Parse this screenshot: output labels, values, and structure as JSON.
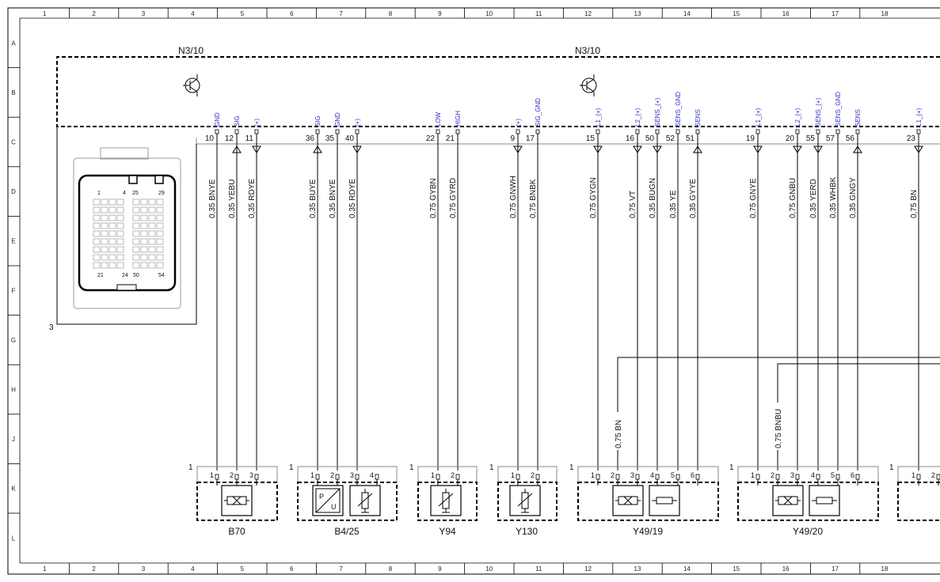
{
  "grid": {
    "columns": [
      "1",
      "2",
      "3",
      "4",
      "5",
      "6",
      "7",
      "8",
      "9",
      "10",
      "11",
      "12",
      "13",
      "14",
      "15",
      "16",
      "17",
      "18"
    ],
    "rows": [
      "A",
      "B",
      "C",
      "D",
      "E",
      "F",
      "G",
      "H",
      "J",
      "K",
      "L"
    ]
  },
  "module": {
    "title_left": "N3/10",
    "title_right": "N3/10",
    "connector_label": "3",
    "connector_pins": [
      "1",
      "4",
      "25",
      "29",
      "21",
      "24",
      "50",
      "54"
    ]
  },
  "pins": [
    {
      "num": "10",
      "label": "GND",
      "wire": "0,35 BNYE",
      "arrow": "none"
    },
    {
      "num": "12",
      "label": "SIG",
      "wire": "0,35 YEBU",
      "arrow": "up"
    },
    {
      "num": "11",
      "label": "(+)",
      "wire": "0,35 RDYE",
      "arrow": "down"
    },
    {
      "num": "36",
      "label": "SIG",
      "wire": "0,35 BUYE",
      "arrow": "up"
    },
    {
      "num": "35",
      "label": "GND",
      "wire": "0,35 BNYE",
      "arrow": "none"
    },
    {
      "num": "40",
      "label": "(+)",
      "wire": "0,35 RDYE",
      "arrow": "down"
    },
    {
      "num": "22",
      "label": "LOW",
      "wire": "0,75 GYBN",
      "arrow": "none"
    },
    {
      "num": "21",
      "label": "HIGH",
      "wire": "0,75 GYRD",
      "arrow": "none"
    },
    {
      "num": "9",
      "label": "(+)",
      "wire": "0,75 GNWH",
      "arrow": "down"
    },
    {
      "num": "17",
      "label": "SIG_GND",
      "wire": "0,75 BNBK",
      "arrow": "none"
    },
    {
      "num": "15",
      "label": "L1_(+)",
      "wire": "0,75 GYGN",
      "arrow": "down"
    },
    {
      "num": "16",
      "label": "L2_(+)",
      "wire": "0,75 VT",
      "arrow": "down"
    },
    {
      "num": "50",
      "label": "SENS_(+)",
      "wire": "0,35 BUGN",
      "arrow": "down"
    },
    {
      "num": "52",
      "label": "SENS_GND",
      "wire": "0,35 YE",
      "arrow": "none"
    },
    {
      "num": "51",
      "label": "SENS",
      "wire": "0,35 GYYE",
      "arrow": "up"
    },
    {
      "num": "19",
      "label": "L1_(+)",
      "wire": "0,75 GNYE",
      "arrow": "down"
    },
    {
      "num": "20",
      "label": "L2_(+)",
      "wire": "0,75 GNBU",
      "arrow": "down"
    },
    {
      "num": "55",
      "label": "SENS_(+)",
      "wire": "0,35 YERD",
      "arrow": "down"
    },
    {
      "num": "57",
      "label": "SENS_GND",
      "wire": "0,35 WHBK",
      "arrow": "none"
    },
    {
      "num": "56",
      "label": "SENS",
      "wire": "0,35 GNGY",
      "arrow": "up"
    },
    {
      "num": "23",
      "label": "L1_(+)",
      "wire": "0,75 BN",
      "arrow": "down"
    }
  ],
  "components": [
    {
      "name": "B70",
      "connector": "1",
      "pins": [
        "1",
        "2",
        "3"
      ]
    },
    {
      "name": "B4/25",
      "connector": "1",
      "pins": [
        "1",
        "2",
        "3",
        "4"
      ]
    },
    {
      "name": "Y94",
      "connector": "1",
      "pins": [
        "1",
        "2"
      ]
    },
    {
      "name": "Y130",
      "connector": "1",
      "pins": [
        "1",
        "2"
      ]
    },
    {
      "name": "Y49/19",
      "connector": "1",
      "pins": [
        "1",
        "2",
        "3",
        "4",
        "5",
        "6"
      ]
    },
    {
      "name": "Y49/20",
      "connector": "1",
      "pins": [
        "1",
        "2",
        "3",
        "4",
        "5",
        "6"
      ]
    },
    {
      "name": "",
      "connector": "1",
      "pins": [
        "1",
        "2"
      ]
    }
  ],
  "extra_wires": [
    {
      "label": "0,75 BN"
    },
    {
      "label": "0,75 BNBU"
    }
  ],
  "icons": {
    "pnp": "transistor-icon",
    "pressure": "pressure-sensor-icon",
    "variable": "variable-resistor-icon",
    "valve": "solenoid-valve-icon",
    "resistor": "resistor-icon"
  }
}
